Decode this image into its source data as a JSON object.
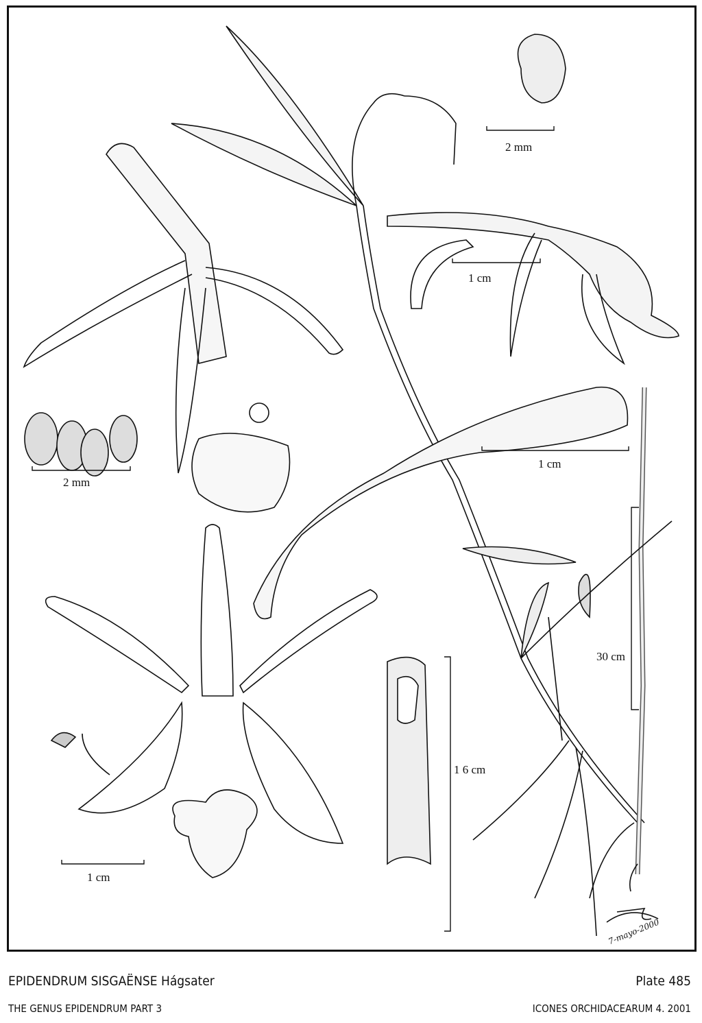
{
  "plate": {
    "title": "EPIDENDRUM SISGAËNSE Hágsater",
    "plate_number": "Plate 485",
    "series": "THE GENUS EPIDENDRUM PART 3",
    "publication": "ICONES ORCHIDACEARUM 4. 2001"
  },
  "scales": {
    "seed_top": "2 mm",
    "flower_side": "1 cm",
    "pollinia": "2 mm",
    "ovary_column": "1 cm",
    "plant_habit": "30 cm",
    "column_detail": "1 6 cm",
    "dissected_flower": "1 cm"
  },
  "signature": "7-mayo-2000",
  "colors": {
    "ink": "#111111",
    "paper": "#ffffff"
  }
}
